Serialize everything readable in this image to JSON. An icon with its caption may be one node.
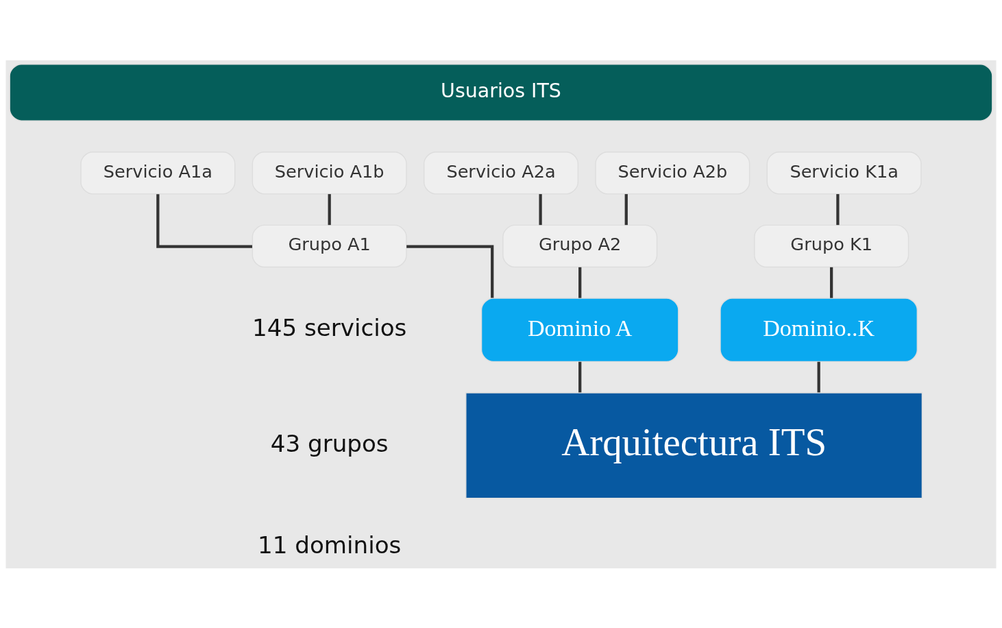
{
  "diagram": {
    "nodes": [
      {
        "text": [
          "Usuarios ITS"
        ]
      },
      {
        "text": [
          "Servicio A1a"
        ]
      },
      {
        "text": [
          "Servicio A1b"
        ]
      },
      {
        "text": [
          "Servicio A2a"
        ]
      },
      {
        "text": [
          "Servicio A2b"
        ]
      },
      {
        "text": [
          "Servicio K1a"
        ]
      },
      {
        "text": [
          "Grupo A1"
        ]
      },
      {
        "text": [
          "Grupo A2"
        ]
      },
      {
        "text": [
          "Grupo K1"
        ]
      },
      {
        "text": [
          "Dominio A"
        ]
      },
      {
        "text": [
          "Dominio..K"
        ]
      },
      {
        "text": [
          "Arquitectura ITS"
        ]
      }
    ],
    "edges": [
      {
        "from": 1,
        "to": 6,
        "arrow": "none"
      },
      {
        "from": 2,
        "to": 6,
        "arrow": "none"
      },
      {
        "from": 3,
        "to": 7,
        "arrow": "none"
      },
      {
        "from": 4,
        "to": 7,
        "arrow": "none"
      },
      {
        "from": 5,
        "to": 8,
        "arrow": "none"
      },
      {
        "from": 6,
        "to": 9,
        "arrow": "none"
      },
      {
        "from": 7,
        "to": 9,
        "arrow": "none"
      },
      {
        "from": 8,
        "to": 10,
        "arrow": "none"
      },
      {
        "from": 9,
        "to": 11,
        "arrow": "none"
      },
      {
        "from": 10,
        "to": 11,
        "arrow": "none"
      }
    ],
    "labels": [
      "145 servicios",
      "43 grupos",
      "11 dominios"
    ]
  }
}
